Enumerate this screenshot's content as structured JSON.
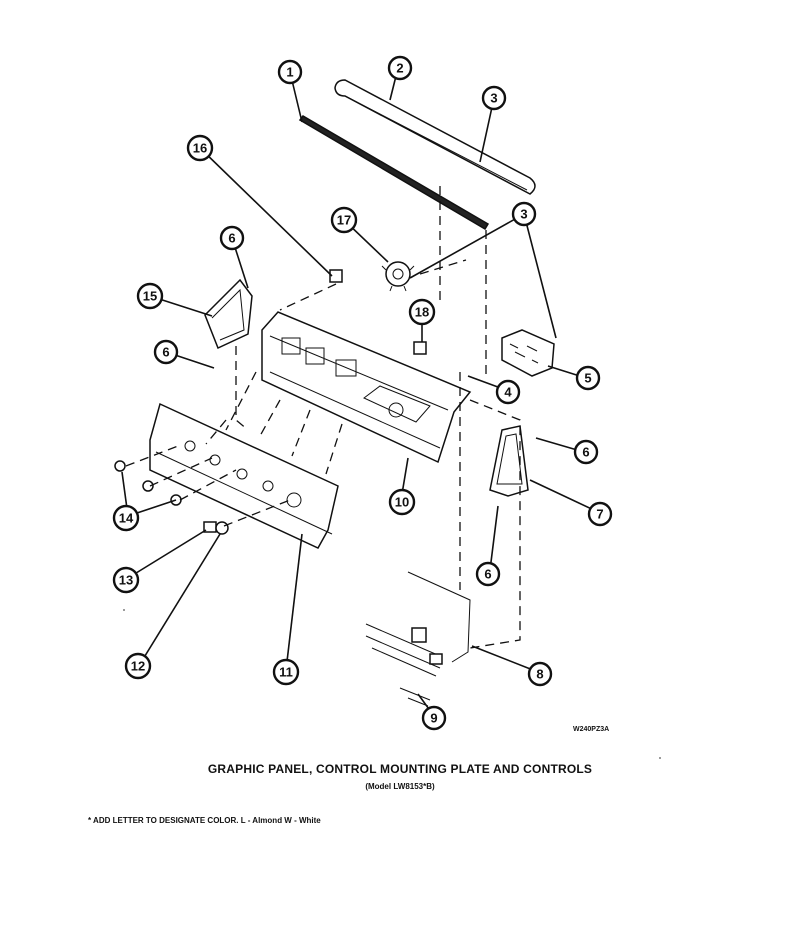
{
  "diagram": {
    "figure_code": "W240PZ3A",
    "title": "GRAPHIC PANEL, CONTROL MOUNTING PLATE AND CONTROLS",
    "subtitle": "(Model LW8153*B)",
    "footnote": "* ADD LETTER TO DESIGNATE COLOR.  L - Almond   W - White",
    "callouts": [
      {
        "id": "c1",
        "label": "1"
      },
      {
        "id": "c2",
        "label": "2"
      },
      {
        "id": "c3a",
        "label": "3"
      },
      {
        "id": "c3b",
        "label": "3"
      },
      {
        "id": "c4",
        "label": "4"
      },
      {
        "id": "c5",
        "label": "5"
      },
      {
        "id": "c6a",
        "label": "6"
      },
      {
        "id": "c6b",
        "label": "6"
      },
      {
        "id": "c6c",
        "label": "6"
      },
      {
        "id": "c6d",
        "label": "6"
      },
      {
        "id": "c7",
        "label": "7"
      },
      {
        "id": "c8",
        "label": "8"
      },
      {
        "id": "c9",
        "label": "9"
      },
      {
        "id": "c10",
        "label": "10"
      },
      {
        "id": "c11",
        "label": "11"
      },
      {
        "id": "c12",
        "label": "12"
      },
      {
        "id": "c13",
        "label": "13"
      },
      {
        "id": "c14",
        "label": "14"
      },
      {
        "id": "c15",
        "label": "15"
      },
      {
        "id": "c16",
        "label": "16"
      },
      {
        "id": "c17",
        "label": "17"
      },
      {
        "id": "c18",
        "label": "18"
      }
    ]
  }
}
